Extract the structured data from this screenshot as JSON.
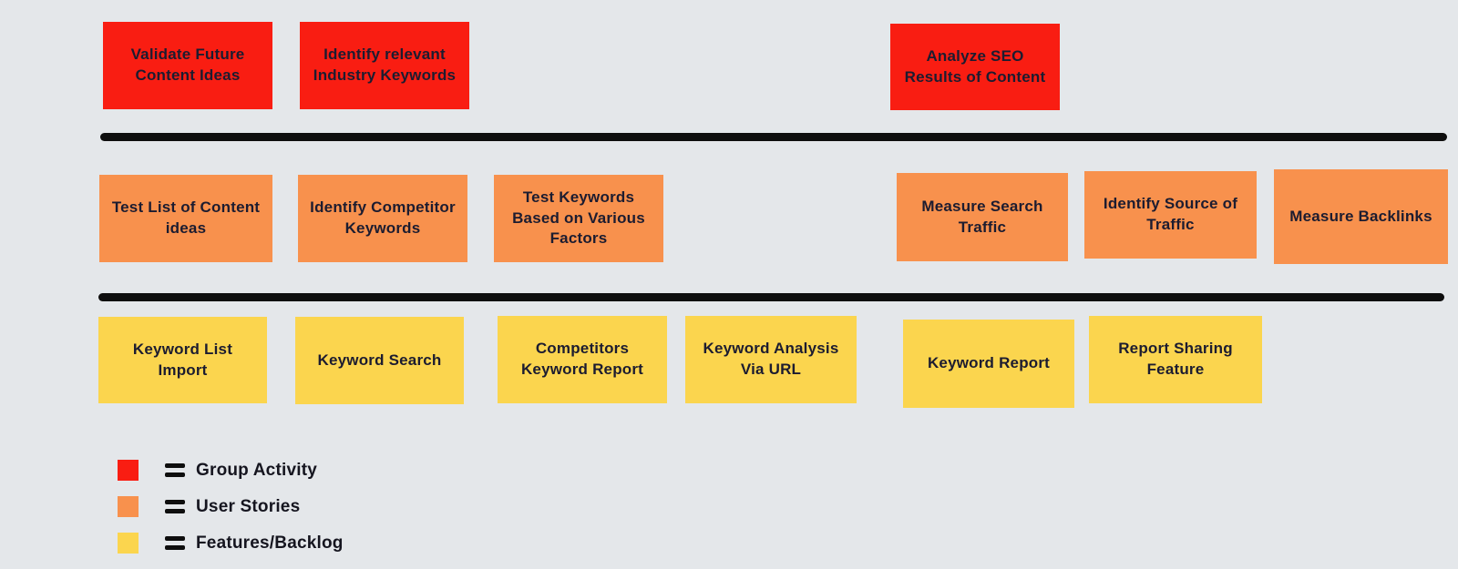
{
  "board": {
    "background_color": "#e4e7ea",
    "divider_color": "#0e0e0e",
    "text_color": "#1c1c30",
    "rows": [
      {
        "name": "group-activity",
        "color": "#f91d12",
        "cards": [
          {
            "label": "Validate Future Content Ideas"
          },
          {
            "label": "Identify relevant Industry Keywords"
          },
          {
            "label": "Analyze SEO Results of Content"
          }
        ]
      },
      {
        "name": "user-stories",
        "color": "#f8914d",
        "cards": [
          {
            "label": "Test List of Content ideas"
          },
          {
            "label": "Identify Competitor Keywords"
          },
          {
            "label": "Test Keywords Based on Various Factors"
          },
          {
            "label": "Measure Search Traffic"
          },
          {
            "label": "Identify Source of Traffic"
          },
          {
            "label": "Measure Backlinks"
          }
        ]
      },
      {
        "name": "features-backlog",
        "color": "#fbd54e",
        "cards": [
          {
            "label": "Keyword List Import"
          },
          {
            "label": "Keyword Search"
          },
          {
            "label": "Competitors Keyword Report"
          },
          {
            "label": "Keyword Analysis Via URL"
          },
          {
            "label": "Keyword Report"
          },
          {
            "label": "Report Sharing Feature"
          }
        ]
      }
    ],
    "legend": [
      {
        "swatch_color": "#f91d12",
        "label": "Group Activity"
      },
      {
        "swatch_color": "#f8914d",
        "label": "User Stories"
      },
      {
        "swatch_color": "#fbd54e",
        "label": "Features/Backlog"
      }
    ]
  }
}
